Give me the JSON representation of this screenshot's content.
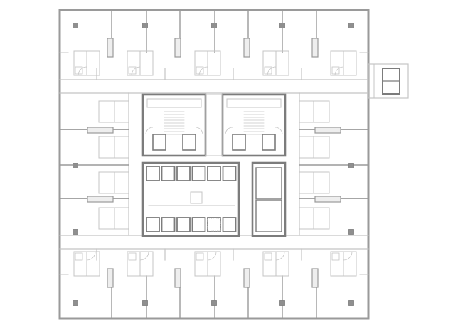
{
  "drawing": {
    "kind": "architectural floor plan",
    "colors": {
      "background": "#ffffff",
      "wall": "#9a9a9a",
      "wall_light": "#c4c4c4",
      "wall_dark": "#7c7c7c",
      "fill_light": "#eeeeee",
      "column": "#8f8f8f"
    },
    "rooms": {
      "north_units": 5,
      "south_units": 5,
      "west_units": 4,
      "east_units": 4
    },
    "core": {
      "stairs": 2,
      "elevators": 10,
      "shafts": 2
    }
  }
}
